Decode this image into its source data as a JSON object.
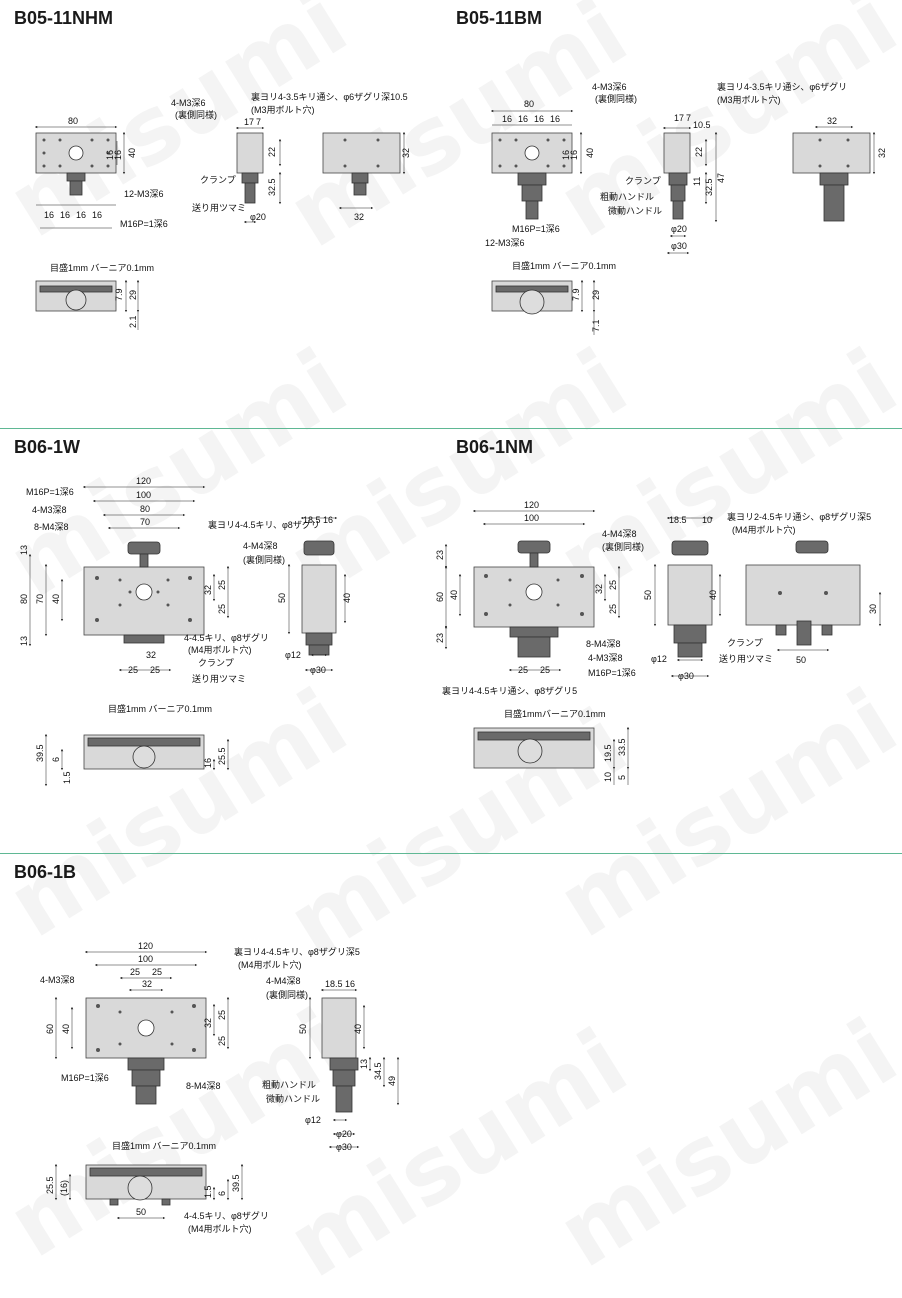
{
  "watermark": "misumi",
  "accent_color": "#5fb894",
  "sections": {
    "b05_11nhm": {
      "title": "B05-11NHM",
      "labels": {
        "m3": "4-M3深6",
        "m3_sub": "(裏側同様)",
        "back": "裏ヨリ4-3.5キリ通シ、φ6ザグリ深10.5",
        "back_sub": "(M3用ボルト穴)",
        "clamp": "クランプ",
        "feed": "送り用ツマミ",
        "m3_12": "12-M3深6",
        "m16": "M16P=1深6",
        "scale": "目盛1mm バーニア0.1mm"
      },
      "dims": [
        "80",
        "16",
        "16",
        "40",
        "17",
        "7",
        "22",
        "32.5",
        "φ20",
        "32",
        "16",
        "16",
        "16",
        "16",
        "7.9",
        "29",
        "2.1"
      ]
    },
    "b05_11bm": {
      "title": "B05-11BM",
      "labels": {
        "m3": "4-M3深6",
        "m3_sub": "(裏側同様)",
        "back": "裏ヨリ4-3.5キリ通シ、φ6ザグリ",
        "back_sub": "(M3用ボルト穴)",
        "clamp": "クランプ",
        "coarse": "粗動ハンドル",
        "fine": "微動ハンドル",
        "m16": "M16P=1深6",
        "m3_12": "12-M3深6",
        "scale": "目盛1mm バーニア0.1mm"
      },
      "dims": [
        "80",
        "16",
        "16",
        "16",
        "16",
        "16",
        "16",
        "40",
        "17",
        "7",
        "10.5",
        "22",
        "11",
        "32.5",
        "47",
        "φ20",
        "φ30",
        "32",
        "32",
        "7.9",
        "29",
        "7.1"
      ]
    },
    "b06_1w": {
      "title": "B06-1W",
      "labels": {
        "m16": "M16P=1深6",
        "m3": "4-M3深8",
        "m4": "8-M4深8",
        "back": "裏ヨリ4-4.5キリ、φ8ザグリ",
        "m4_side": "4-M4深8",
        "m4_side_sub": "(裏側同様)",
        "hole": "4-4.5キリ、φ8ザグリ",
        "hole_sub": "(M4用ボルト穴)",
        "clamp": "クランプ",
        "feed": "送り用ツマミ",
        "scale": "目盛1mm バーニア0.1mm"
      },
      "dims": [
        "120",
        "100",
        "80",
        "70",
        "13",
        "80",
        "70",
        "40",
        "13",
        "25",
        "32",
        "25",
        "32",
        "25",
        "25",
        "18.5",
        "16",
        "50",
        "40",
        "φ12",
        "φ30",
        "39.5",
        "6",
        "1.5",
        "16",
        "25.5"
      ]
    },
    "b06_1nm": {
      "title": "B06-1NM",
      "labels": {
        "m4_side": "4-M4深8",
        "m4_side_sub": "(裏側同様)",
        "back": "裏ヨリ2-4.5キリ通シ、φ8ザグリ深5",
        "back_sub": "(M4用ボルト穴)",
        "m4": "8-M4深8",
        "m3": "4-M3深8",
        "m16": "M16P=1深6",
        "back2": "裏ヨリ4-4.5キリ通シ、φ8ザグリ5",
        "clamp": "クランプ",
        "feed": "送り用ツマミ",
        "scale": "目盛1mmバーニア0.1mm"
      },
      "dims": [
        "120",
        "100",
        "23",
        "60",
        "40",
        "23",
        "32",
        "25",
        "25",
        "25",
        "25",
        "18.5",
        "10",
        "50",
        "40",
        "φ12",
        "φ30",
        "30",
        "50",
        "19.5",
        "33.5",
        "10",
        "5"
      ]
    },
    "b06_1b": {
      "title": "B06-1B",
      "labels": {
        "m3": "4-M3深8",
        "back": "裏ヨリ4-4.5キリ、φ8ザグリ深5",
        "back_sub": "(M4用ボルト穴)",
        "m4_side": "4-M4深8",
        "m4_side_sub": "(裏側同様)",
        "m16": "M16P=1深6",
        "m4": "8-M4深8",
        "coarse": "粗動ハンドル",
        "fine": "微動ハンドル",
        "scale": "目盛1mm バーニア0.1mm",
        "hole": "4-4.5キリ、φ8ザグリ",
        "hole_sub": "(M4用ボルト穴)"
      },
      "dims": [
        "120",
        "100",
        "25",
        "25",
        "32",
        "60",
        "40",
        "32",
        "25",
        "25",
        "18.5",
        "16",
        "50",
        "40",
        "13",
        "34.5",
        "49",
        "φ12",
        "φ20",
        "φ30",
        "25.5",
        "(16)",
        "50",
        "1.5",
        "6",
        "39.5"
      ]
    }
  }
}
